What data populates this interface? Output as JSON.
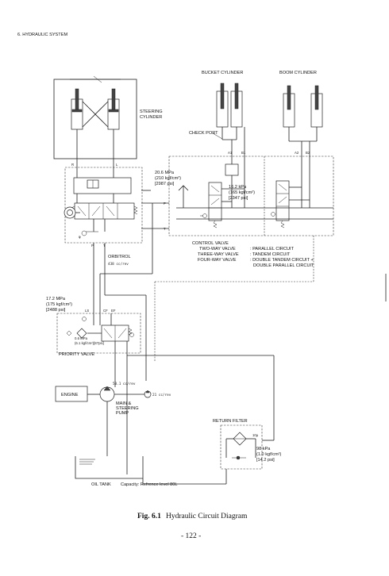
{
  "header": {
    "section": "6. HYDRAULIC SYSTEM"
  },
  "labels": {
    "bucket_cylinder": "BUCKET CYLINDER",
    "boom_cylinder": "BOOM CYLINDER",
    "steering_cylinder_1": "STEERING",
    "steering_cylinder_2": "CYLINDER",
    "check_port": "CHECK PORT",
    "port_a1": "A1",
    "port_b1": "B1",
    "port_a2": "A2",
    "port_b2": "B2",
    "port_r": "R",
    "port_l": "L",
    "port_p": "P",
    "port_t": "T",
    "relief_main_1": "20.6 MPa",
    "relief_main_2": "(210 kgf/cm²)",
    "relief_main_3": "[2987 psi]",
    "relief_port_1": "16.2 kPa",
    "relief_port_2": "(165 kgf/cm²)",
    "relief_port_3": "[2347 psi]",
    "control_valve": "CONTROL VALVE",
    "two_way": "TWO-WAY VALVE",
    "two_way_circuit": ": PARALLEL CIRCUIT",
    "three_way": "THREE-WAY VALVE",
    "three_way_circuit": ": TANDEM CIRCUIT",
    "four_way": "FOUR-WAY VALVE",
    "four_way_circuit_1": ": DOUBLE TANDEM CIRCUIT +",
    "four_way_circuit_2": "DOUBLE PARALLEL CIRCUIT",
    "orbitrol": "ORBITROL",
    "orbitrol_disp": "438 cc/rev",
    "priority_relief_1": "17.2 MPa",
    "priority_relief_2": "(175 kgf/cm²)",
    "priority_relief_3": "[2488 psi]",
    "priority_valve": "PRIORITY VALVE",
    "ls": "LS",
    "ef": "EF",
    "cf": "CF",
    "priority_small_1": "0.6 MPa",
    "priority_small_2": "(6.1 kgf/cm²)[87psi]",
    "engine": "ENGINE",
    "main_pump_disp": "50.1 cc/rev",
    "aux_pump_disp": "21 cc/rev",
    "pump_1": "MAIN &",
    "pump_2": "STEERING",
    "pump_3": "PUMP",
    "return_filter": "RETURN FILTER",
    "filter_rating": "10μ",
    "filter_bypass_1": "98 kPa",
    "filter_bypass_2": "(1.0 kgf/cm²)",
    "filter_bypass_3": "[14.2 psi]",
    "oil_tank": "OIL TANK",
    "capacity": "Capacity: Refrence level 80L"
  },
  "caption": {
    "fig": "Fig. 6.1",
    "title": "Hydraulic Circuit Diagram"
  },
  "footer": {
    "page": "- 122 -"
  }
}
